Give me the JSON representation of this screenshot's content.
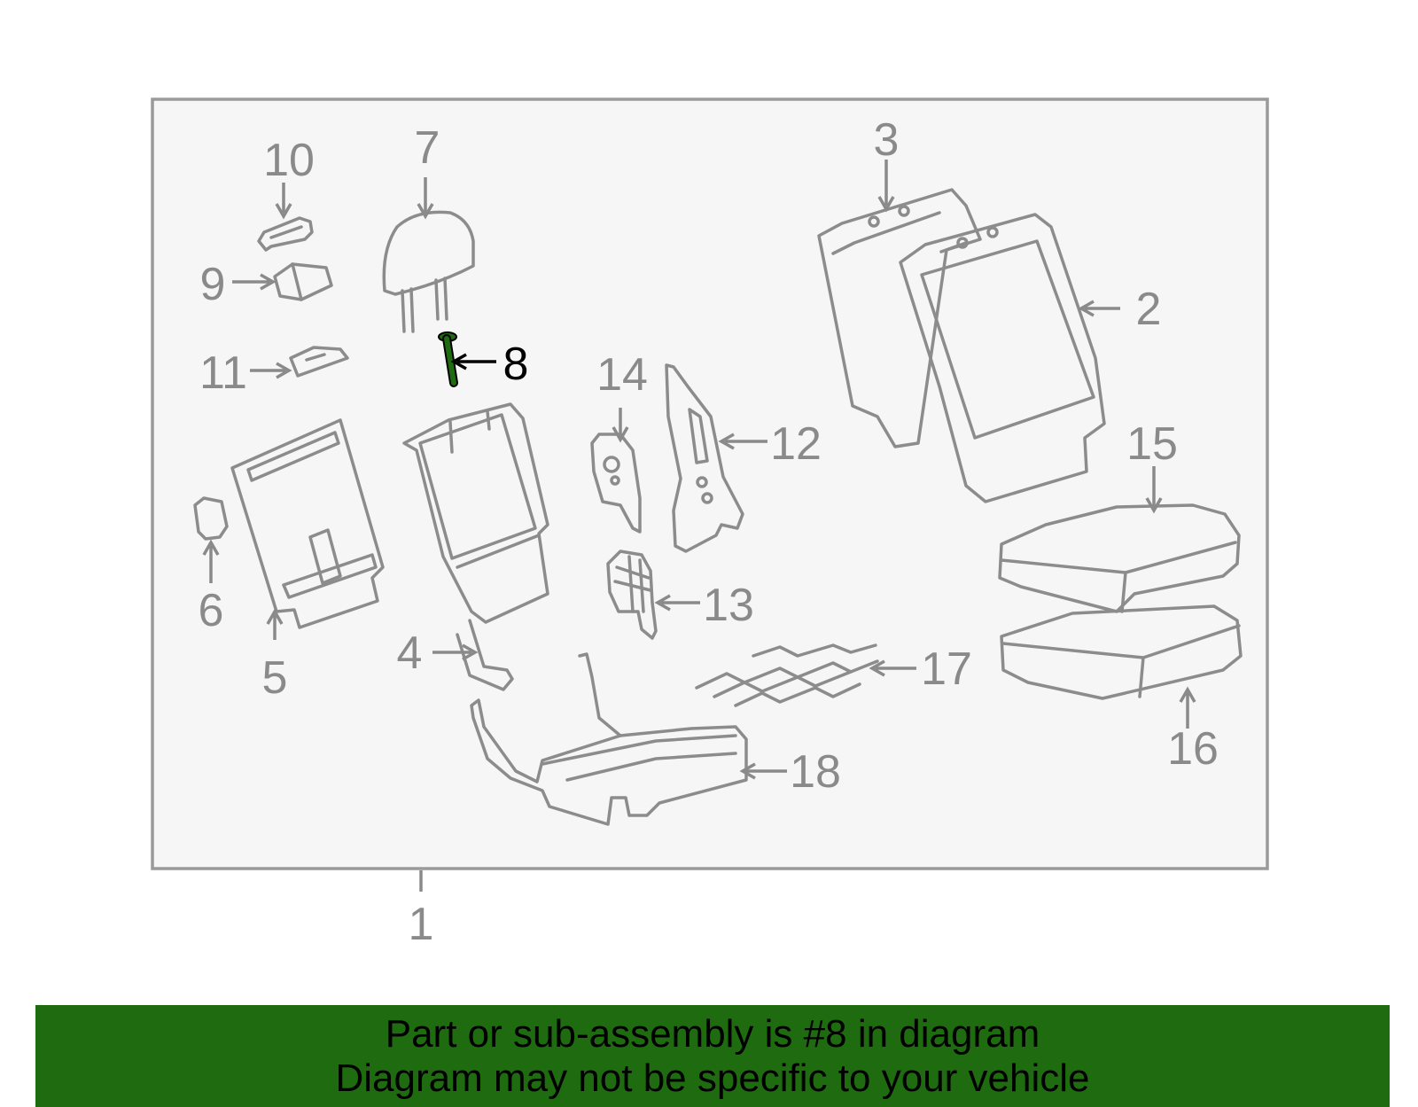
{
  "diagram": {
    "callouts": [
      {
        "id": "c1",
        "label": "1"
      },
      {
        "id": "c2",
        "label": "2"
      },
      {
        "id": "c3",
        "label": "3"
      },
      {
        "id": "c4",
        "label": "4"
      },
      {
        "id": "c5",
        "label": "5"
      },
      {
        "id": "c6",
        "label": "6"
      },
      {
        "id": "c7",
        "label": "7"
      },
      {
        "id": "c8",
        "label": "8",
        "highlighted": true
      },
      {
        "id": "c9",
        "label": "9"
      },
      {
        "id": "c10",
        "label": "10"
      },
      {
        "id": "c11",
        "label": "11"
      },
      {
        "id": "c12",
        "label": "12"
      },
      {
        "id": "c13",
        "label": "13"
      },
      {
        "id": "c14",
        "label": "14"
      },
      {
        "id": "c15",
        "label": "15"
      },
      {
        "id": "c16",
        "label": "16"
      },
      {
        "id": "c17",
        "label": "17"
      },
      {
        "id": "c18",
        "label": "18"
      }
    ],
    "colors": {
      "line": "#8c8c8c",
      "highlight_part": "#1e6b10",
      "panel_background": "#f6f6f6",
      "banner_background": "#1e6b10"
    }
  },
  "banner": {
    "line1": "Part or sub-assembly is #8 in diagram",
    "line2": "Diagram may not be specific to your vehicle"
  }
}
